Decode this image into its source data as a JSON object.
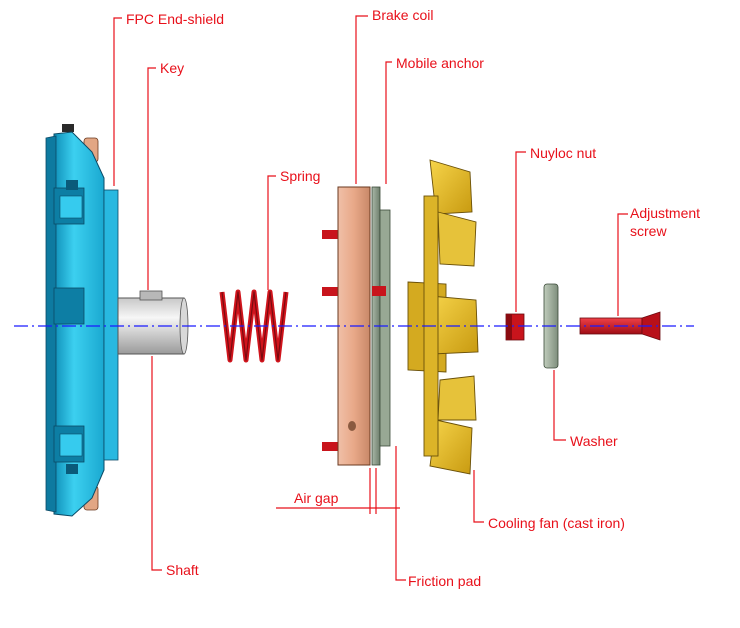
{
  "labels": {
    "end_shield": "FPC End-shield",
    "key": "Key",
    "spring": "Spring",
    "brake_coil": "Brake coil",
    "mobile_anchor": "Mobile anchor",
    "nuyloc_nut": "Nuyloc nut",
    "adjustment_screw_line1": "Adjustment",
    "adjustment_screw_line2": "screw",
    "washer": "Washer",
    "air_gap": "Air gap",
    "cooling_fan": "Cooling fan (cast iron)",
    "shaft": "Shaft",
    "friction_pad": "Friction pad"
  },
  "colors": {
    "label_red": "#e8101a",
    "axis_blue": "#1a1aff",
    "end_shield_cyan": "#1ab4d8",
    "coil_copper": "#e8a888",
    "fan_yellow": "#e0b420",
    "part_red": "#d0141c",
    "anchor_gray": "#8a9a88"
  }
}
